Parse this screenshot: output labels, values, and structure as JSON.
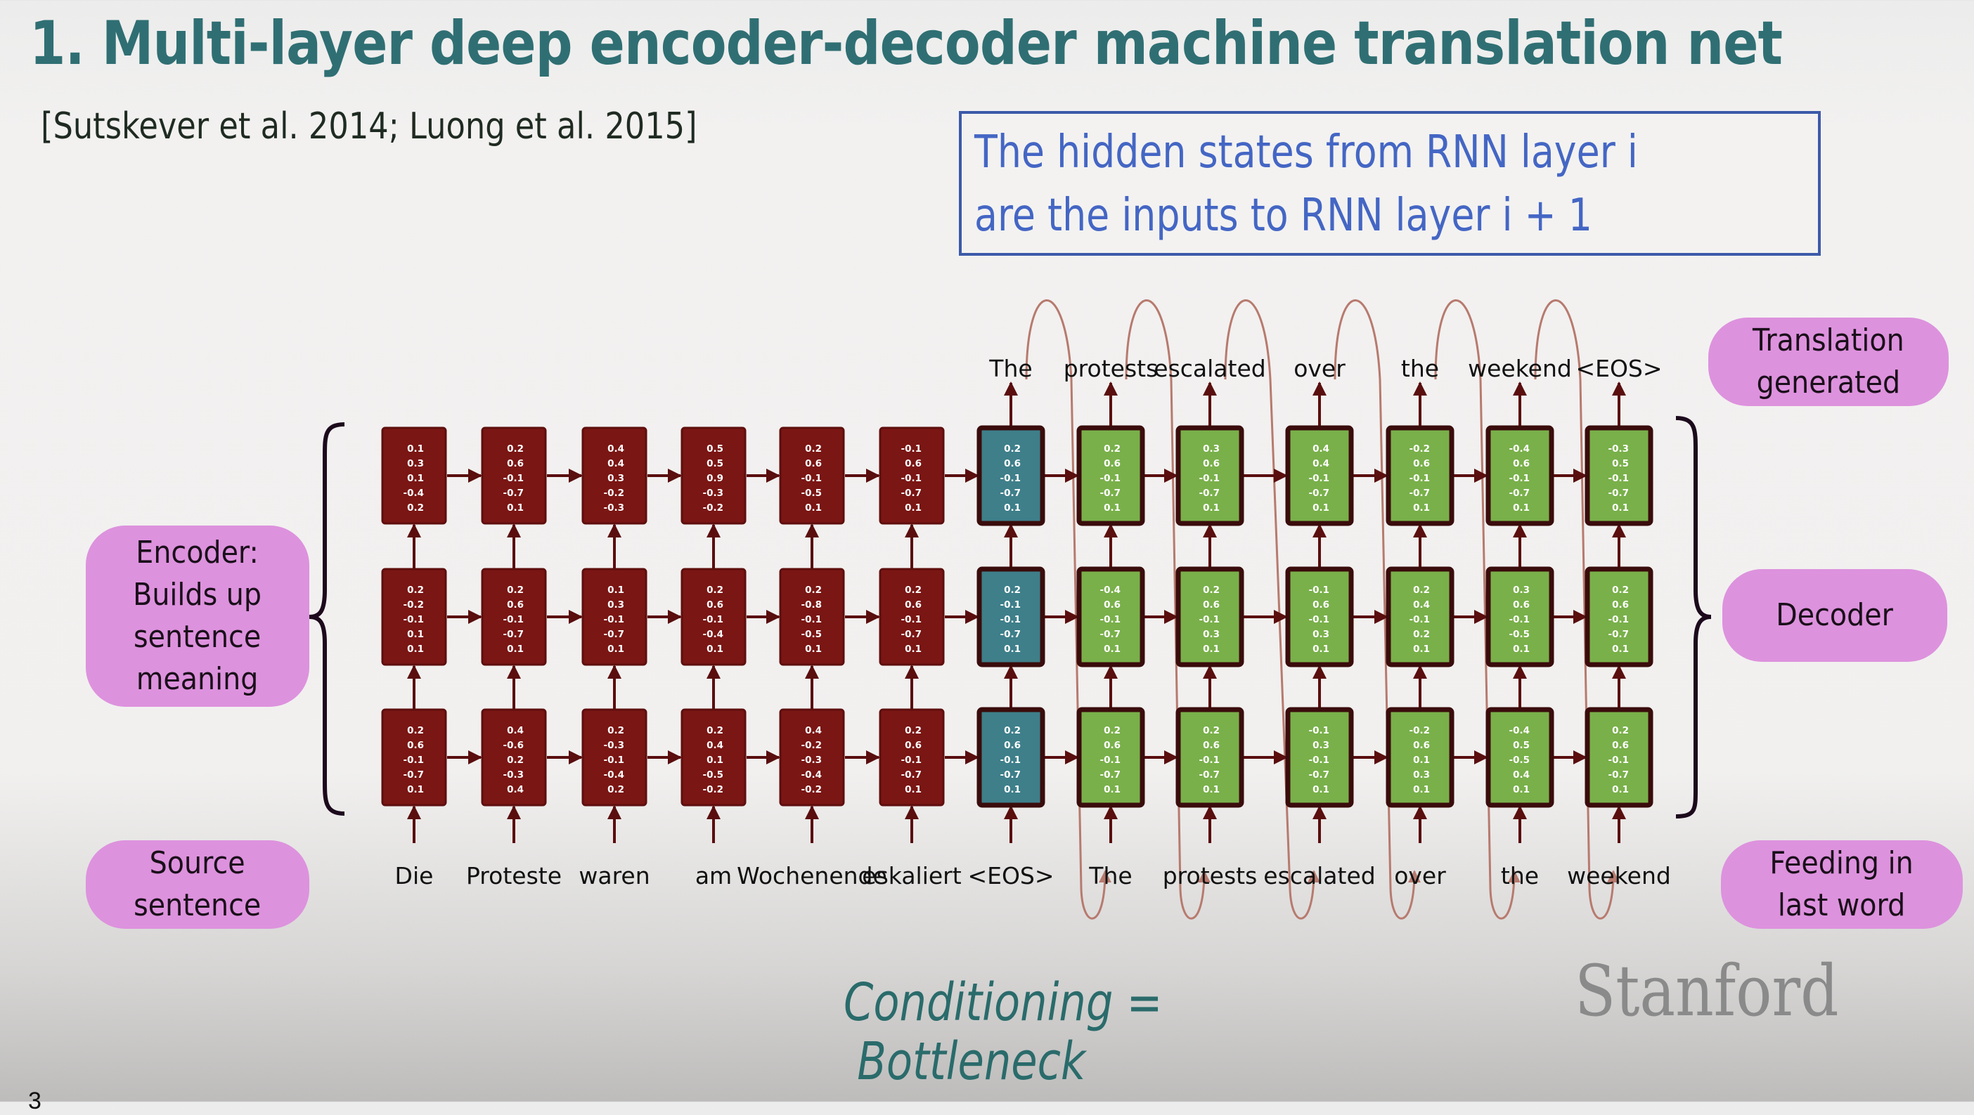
{
  "slide": {
    "title": "1. Multi-layer deep encoder-decoder machine translation net",
    "citation": "[Sutskever et al. 2014; Luong et al. 2015]",
    "note": {
      "line1": "The hidden states from RNN layer i",
      "line2": "are the inputs to RNN layer i + 1"
    },
    "page_number": "3",
    "logo": "Stanford",
    "handwritten_note": "Conditioning =\n Bottleneck"
  },
  "labels": {
    "encoder": "Encoder:\nBuilds up\nsentence\nmeaning",
    "source": "Source\nsentence",
    "translation": "Translation\ngenerated",
    "decoder": "Decoder",
    "feeding": "Feeding in\nlast word"
  },
  "colors": {
    "title": "#2f6f73",
    "note_text": "#4466c4",
    "note_border": "#3c5aa8",
    "pill": "#dd92dd",
    "encoder_cell": "#7a1614",
    "bottleneck_cell": "#3e7f8a",
    "decoder_cell": "#79b04a",
    "arrow": "#5a0e0e",
    "feedback_curve": "#b77a6e",
    "handwriting": "#2a6b6b"
  },
  "network": {
    "source_words": [
      "Die",
      "Proteste",
      "waren",
      "am",
      "Wochenende",
      "eskaliert",
      "<EOS>"
    ],
    "decoder_input_words": [
      "The",
      "protests",
      "escalated",
      "over",
      "the",
      "weekend"
    ],
    "output_words": [
      "The",
      "protests",
      "escalated",
      "over",
      "the",
      "weekend",
      "<EOS>"
    ],
    "cell_types": [
      "enc",
      "enc",
      "enc",
      "enc",
      "enc",
      "enc",
      "bottleneck",
      "dec",
      "dec",
      "dec",
      "dec",
      "dec",
      "dec"
    ],
    "layers": [
      {
        "name": "layer-3",
        "cells": [
          [
            "0.1",
            "0.3",
            "0.1",
            "-0.4",
            "0.2"
          ],
          [
            "0.2",
            "0.6",
            "-0.1",
            "-0.7",
            "0.1"
          ],
          [
            "0.4",
            "0.4",
            "0.3",
            "-0.2",
            "-0.3"
          ],
          [
            "0.5",
            "0.5",
            "0.9",
            "-0.3",
            "-0.2"
          ],
          [
            "0.2",
            "0.6",
            "-0.1",
            "-0.5",
            "0.1"
          ],
          [
            "-0.1",
            "0.6",
            "-0.1",
            "-0.7",
            "0.1"
          ],
          [
            "0.2",
            "0.6",
            "-0.1",
            "-0.7",
            "0.1"
          ],
          [
            "0.2",
            "0.6",
            "-0.1",
            "-0.7",
            "0.1"
          ],
          [
            "0.3",
            "0.6",
            "-0.1",
            "-0.7",
            "0.1"
          ],
          [
            "0.4",
            "0.4",
            "-0.1",
            "-0.7",
            "0.1"
          ],
          [
            "-0.2",
            "0.6",
            "-0.1",
            "-0.7",
            "0.1"
          ],
          [
            "-0.4",
            "0.6",
            "-0.1",
            "-0.7",
            "0.1"
          ],
          [
            "-0.3",
            "0.5",
            "-0.1",
            "-0.7",
            "0.1"
          ]
        ]
      },
      {
        "name": "layer-2",
        "cells": [
          [
            "0.2",
            "-0.2",
            "-0.1",
            "0.1",
            "0.1"
          ],
          [
            "0.2",
            "0.6",
            "-0.1",
            "-0.7",
            "0.1"
          ],
          [
            "0.1",
            "0.3",
            "-0.1",
            "-0.7",
            "0.1"
          ],
          [
            "0.2",
            "0.6",
            "-0.1",
            "-0.4",
            "0.1"
          ],
          [
            "0.2",
            "-0.8",
            "-0.1",
            "-0.5",
            "0.1"
          ],
          [
            "0.2",
            "0.6",
            "-0.1",
            "-0.7",
            "0.1"
          ],
          [
            "0.2",
            "-0.1",
            "-0.1",
            "-0.7",
            "0.1"
          ],
          [
            "-0.4",
            "0.6",
            "-0.1",
            "-0.7",
            "0.1"
          ],
          [
            "0.2",
            "0.6",
            "-0.1",
            "0.3",
            "0.1"
          ],
          [
            "-0.1",
            "0.6",
            "-0.1",
            "0.3",
            "0.1"
          ],
          [
            "0.2",
            "0.4",
            "-0.1",
            "0.2",
            "0.1"
          ],
          [
            "0.3",
            "0.6",
            "-0.1",
            "-0.5",
            "0.1"
          ],
          [
            "0.2",
            "0.6",
            "-0.1",
            "-0.7",
            "0.1"
          ]
        ]
      },
      {
        "name": "layer-1",
        "cells": [
          [
            "0.2",
            "0.6",
            "-0.1",
            "-0.7",
            "0.1"
          ],
          [
            "0.4",
            "-0.6",
            "0.2",
            "-0.3",
            "0.4"
          ],
          [
            "0.2",
            "-0.3",
            "-0.1",
            "-0.4",
            "0.2"
          ],
          [
            "0.2",
            "0.4",
            "0.1",
            "-0.5",
            "-0.2"
          ],
          [
            "0.4",
            "-0.2",
            "-0.3",
            "-0.4",
            "-0.2"
          ],
          [
            "0.2",
            "0.6",
            "-0.1",
            "-0.7",
            "0.1"
          ],
          [
            "0.2",
            "0.6",
            "-0.1",
            "-0.7",
            "0.1"
          ],
          [
            "0.2",
            "0.6",
            "-0.1",
            "-0.7",
            "0.1"
          ],
          [
            "0.2",
            "0.6",
            "-0.1",
            "-0.7",
            "0.1"
          ],
          [
            "-0.1",
            "0.3",
            "-0.1",
            "-0.7",
            "0.1"
          ],
          [
            "-0.2",
            "0.6",
            "0.1",
            "0.3",
            "0.1"
          ],
          [
            "-0.4",
            "0.5",
            "-0.5",
            "0.4",
            "0.1"
          ],
          [
            "0.2",
            "0.6",
            "-0.1",
            "-0.7",
            "0.1"
          ]
        ]
      }
    ]
  }
}
